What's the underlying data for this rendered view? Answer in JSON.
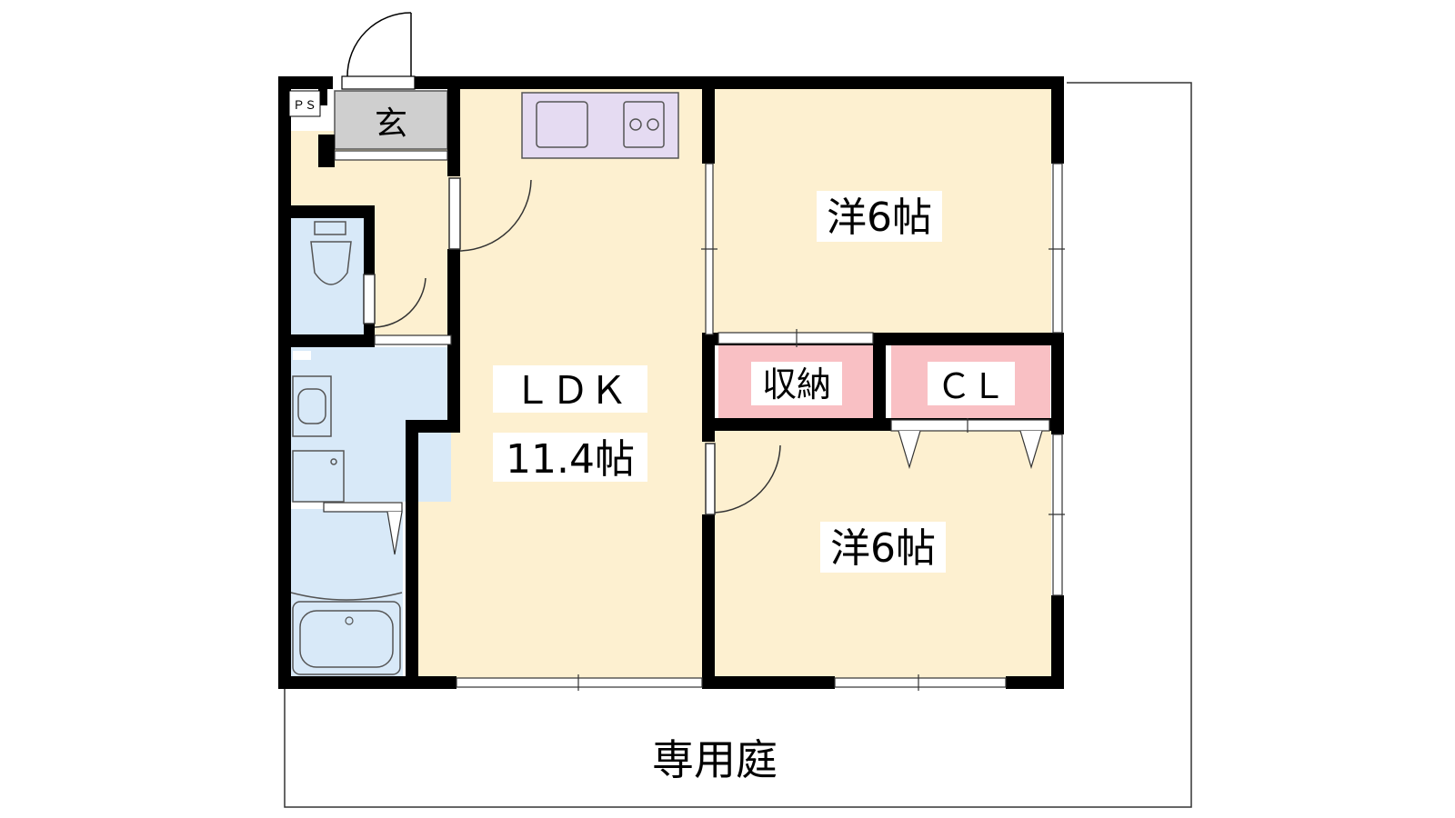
{
  "rooms": {
    "ps": "ＰＳ",
    "entrance": "玄",
    "ldk_name": "ＬＤＫ",
    "ldk_size": "11.4帖",
    "western_top": "洋6帖",
    "storage": "収納",
    "closet": "ＣＬ",
    "western_bottom": "洋6帖",
    "garden": "専用庭"
  },
  "colors": {
    "wall": "#000000",
    "living_floor": "#fdf0d0",
    "wet_area": "#d8e9f8",
    "entrance_floor": "#cfcfcf",
    "kitchen": "#e5dbf2",
    "storage": "#f9c0c4"
  }
}
